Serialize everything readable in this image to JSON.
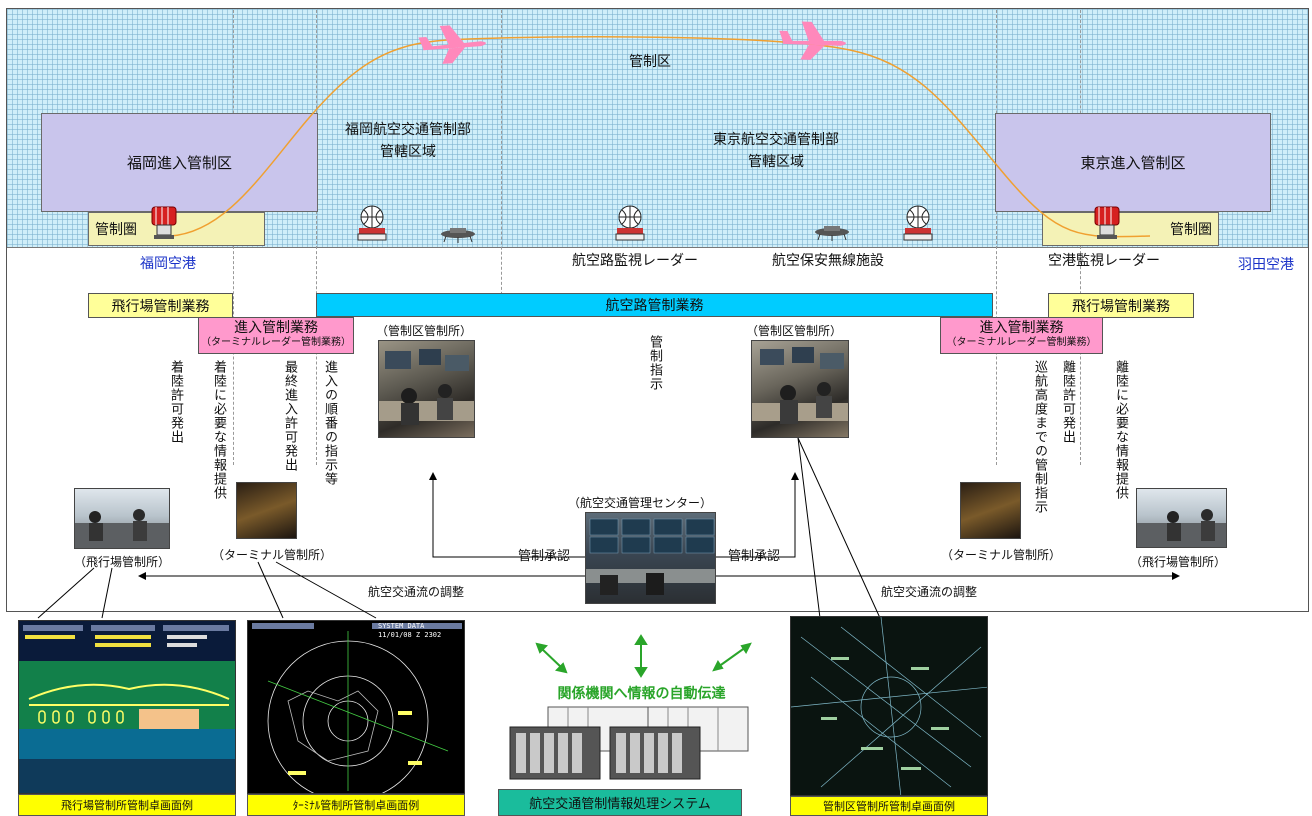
{
  "sky": {
    "control_area": "管制区",
    "fukuoka_approach_area": "福岡進入管制区",
    "tokyo_approach_area": "東京進入管制区",
    "fukuoka_acc_line1": "福岡航空交通管制部",
    "fukuoka_acc_line2": "管轄区域",
    "tokyo_acc_line1": "東京航空交通管制部",
    "tokyo_acc_line2": "管轄区域",
    "control_zone_left": "管制圏",
    "control_zone_right": "管制圏"
  },
  "ground": {
    "fukuoka_airport": "福岡空港",
    "haneda_airport": "羽田空港",
    "route_radar": "航空路監視レーダー",
    "nav_aids": "航空保安無線施設",
    "airport_radar": "空港監視レーダー"
  },
  "services": {
    "aerodrome_left": "飛行場管制業務",
    "aerodrome_right": "飛行場管制業務",
    "approach_left_main": "進入管制業務",
    "approach_left_sub": "（ターミナルレーダー管制業務）",
    "approach_right_main": "進入管制業務",
    "approach_right_sub": "（ターミナルレーダー管制業務）",
    "enroute": "航空路管制業務"
  },
  "instructions": {
    "landing_clearance": "着陸許可発出",
    "landing_info": "着陸に必要な情報提供",
    "final_approach": "最終進入許可発出",
    "approach_sequence": "進入の順番の指示等",
    "control_instruction": "管制指示",
    "cruise_instruction": "巡航高度までの管制指示",
    "takeoff_clearance": "離陸許可発出",
    "takeoff_info": "離陸に必要な情報提供"
  },
  "facilities": {
    "acc_left": "（管制区管制所）",
    "acc_right": "（管制区管制所）",
    "atmc": "（航空交通管理センター）",
    "tower_left": "（飛行場管制所）",
    "tower_right": "（飛行場管制所）",
    "terminal_left": "（ターミナル管制所）",
    "terminal_right": "（ターミナル管制所）",
    "approval_left": "管制承認",
    "approval_right": "管制承認",
    "flow_left": "航空交通流の調整",
    "flow_right": "航空交通流の調整"
  },
  "bottom": {
    "auto_transfer": "関係機関へ情報の自動伝達",
    "caption_tower": "飛行場管制所管制卓画面例",
    "caption_terminal": "ﾀｰﾐﾅﾙ管制所管制卓画面例",
    "caption_system": "航空交通管制情報処理システム",
    "caption_acc": "管制区管制所管制卓画面例",
    "terminal_screen_header": "SYSTEM DATA",
    "terminal_screen_date": "11/01/08 Z 2302"
  },
  "colors": {
    "aerodrome_box": "#ffff99",
    "approach_box": "#ff99cc",
    "enroute_bar": "#00ccff",
    "zone_box": "#c9c5ec",
    "control_zone_box": "#f4f2b6",
    "system_caption": "#1abc9c",
    "airport_label": "#1b33c8",
    "auto_transfer_text": "#2aa52a"
  }
}
